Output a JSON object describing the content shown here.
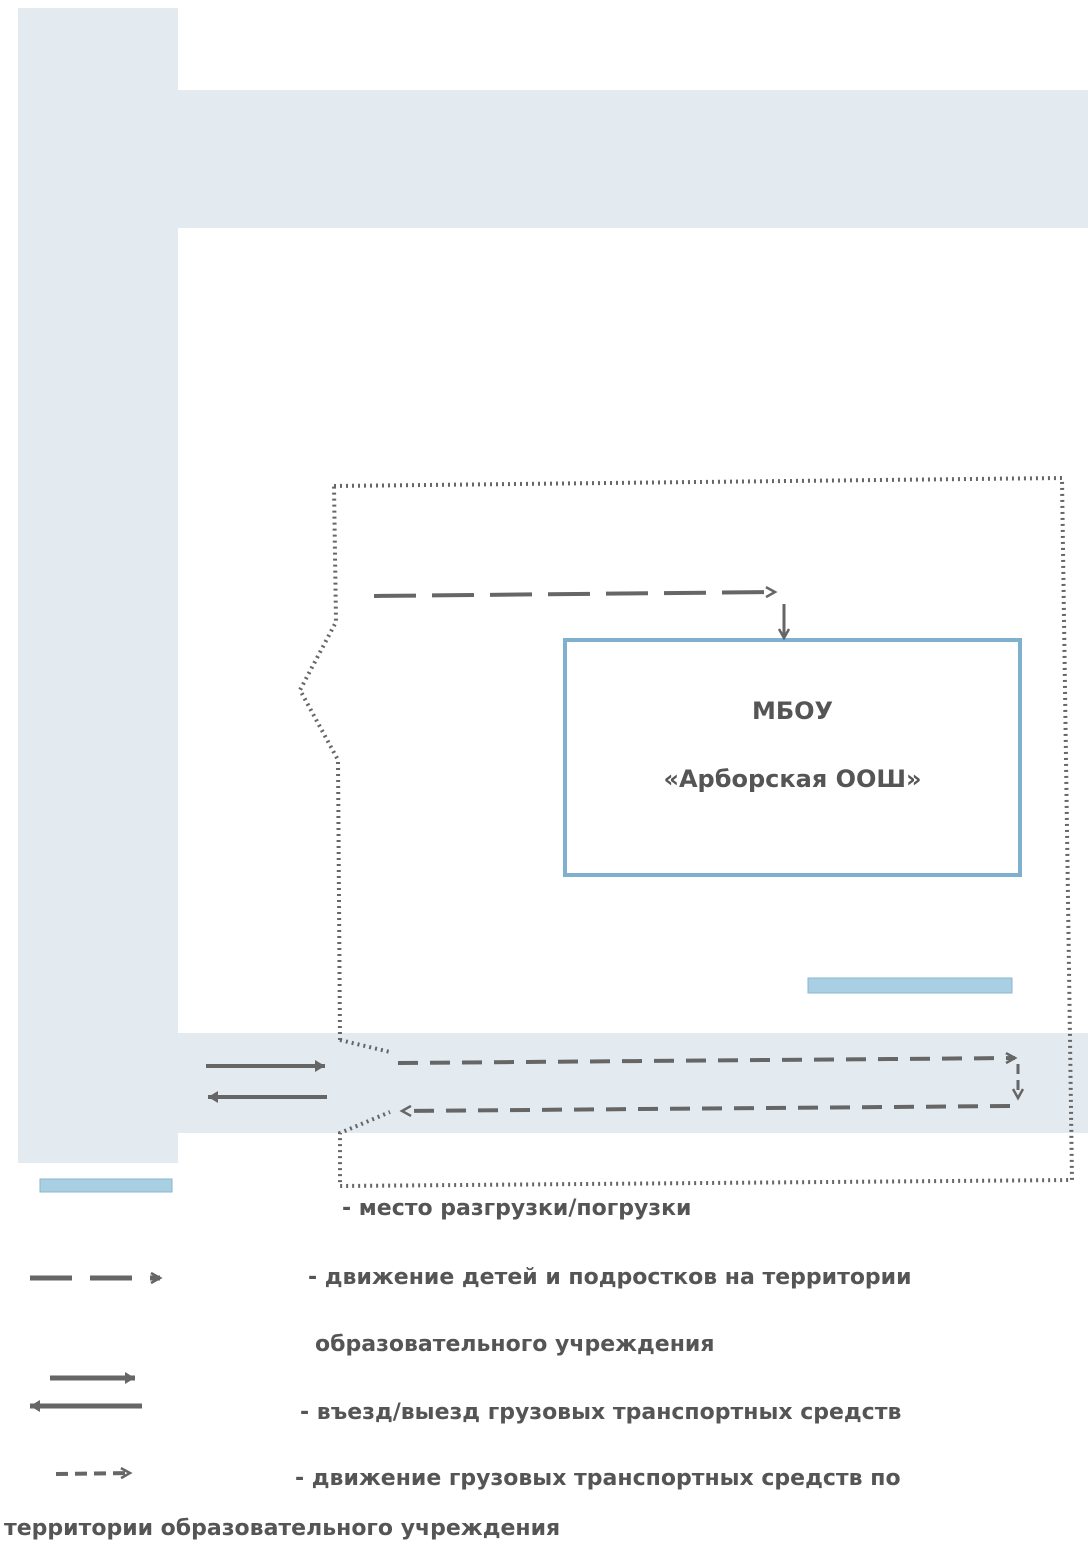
{
  "school": {
    "line1": "МБОУ",
    "line2": "«Арборская ООШ»"
  },
  "legend": {
    "unloading_zone": "- место разгрузки/погрузки",
    "children_movement_line1": "-   движение детей и подростков на территории",
    "children_movement_line2": "образовательного учреждения",
    "truck_entry_exit": "- въезд/выезд грузовых транспортных средств",
    "truck_movement_line1": "- движение грузовых транспортных средств по",
    "truck_movement_line2": "территории образовательного учреждения"
  },
  "colors": {
    "road": "#e4ebf0",
    "building_outline": "#7fb1cf",
    "unloading_zone": "#a9cfe2",
    "arrow": "#666666",
    "territory_border": "#666666",
    "text": "#555555"
  },
  "icons": {
    "territory_border": "dotted-boundary-line",
    "children_path": "long-dash-arrow",
    "truck_path": "short-dash-arrow",
    "entry_exit": "double-opposite-arrows"
  }
}
